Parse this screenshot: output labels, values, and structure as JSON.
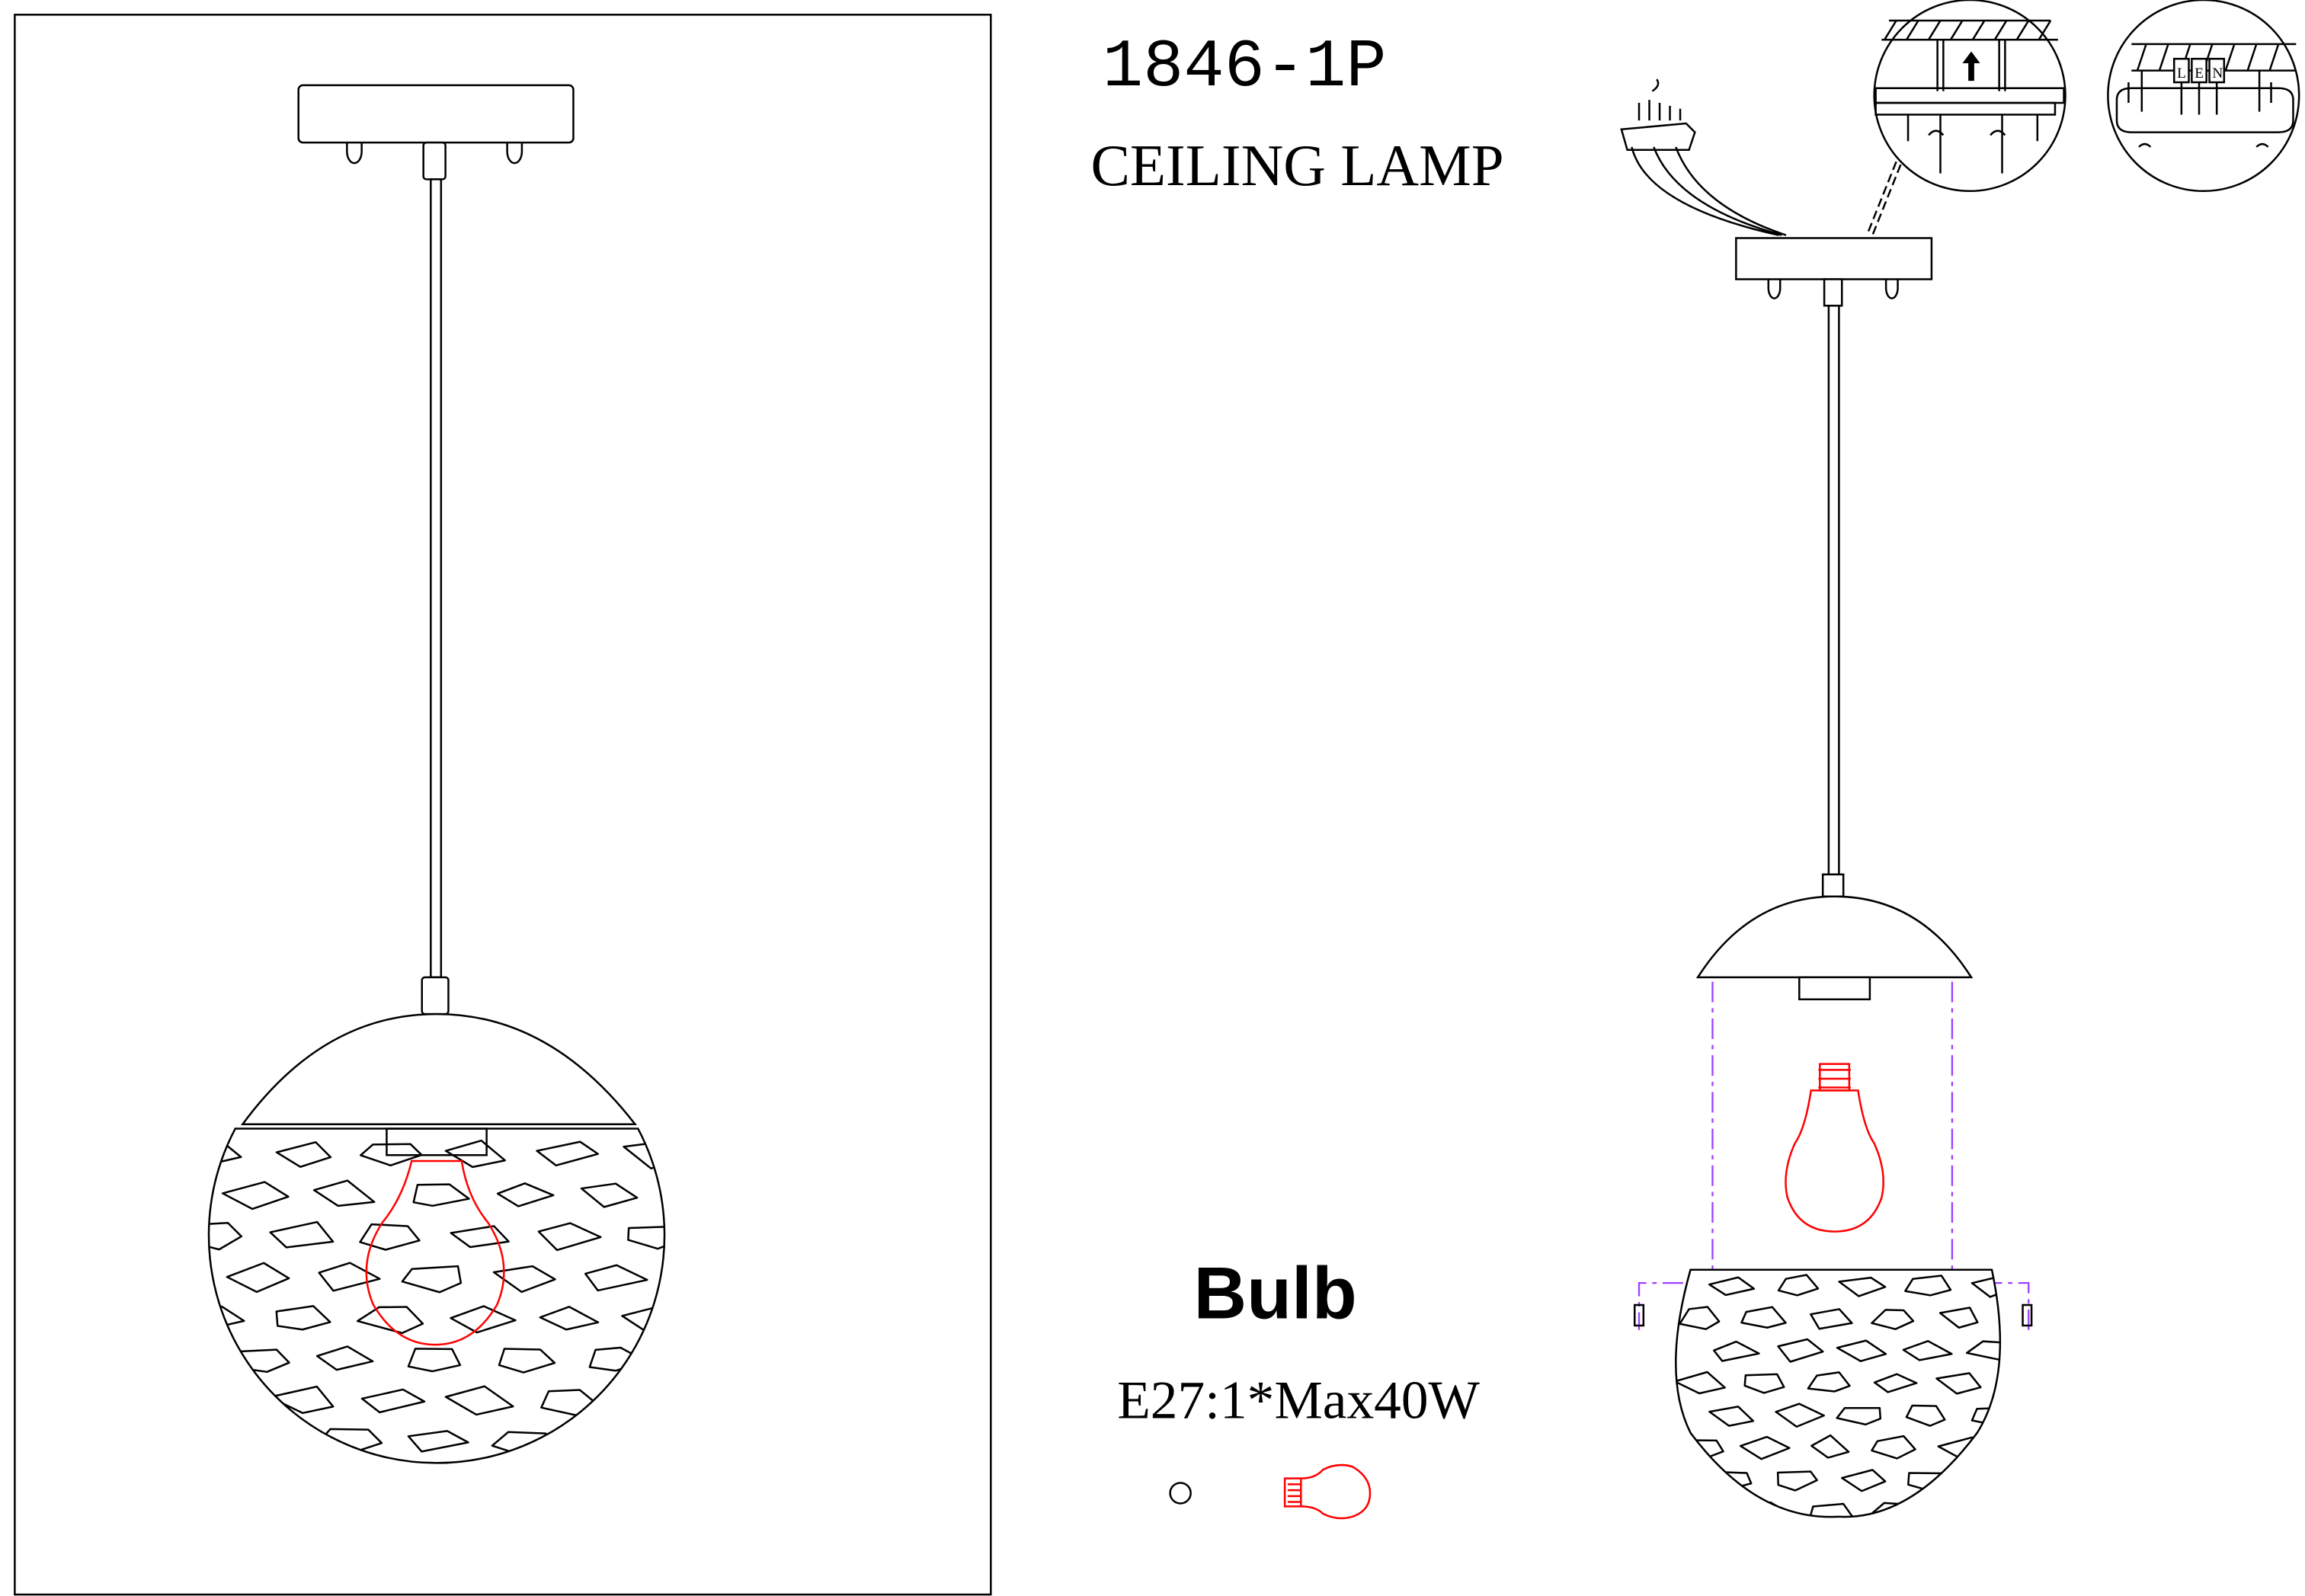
{
  "title": {
    "model": "1846-1P",
    "type": "CEILING LAMP"
  },
  "bulb": {
    "heading": "Bulb",
    "spec": "E27:1*Max40W"
  },
  "wiring_labels": [
    "L",
    "E",
    "N"
  ],
  "colors": {
    "line": "#000000",
    "bulb": "#ff0000",
    "guide": "#a040ff"
  }
}
